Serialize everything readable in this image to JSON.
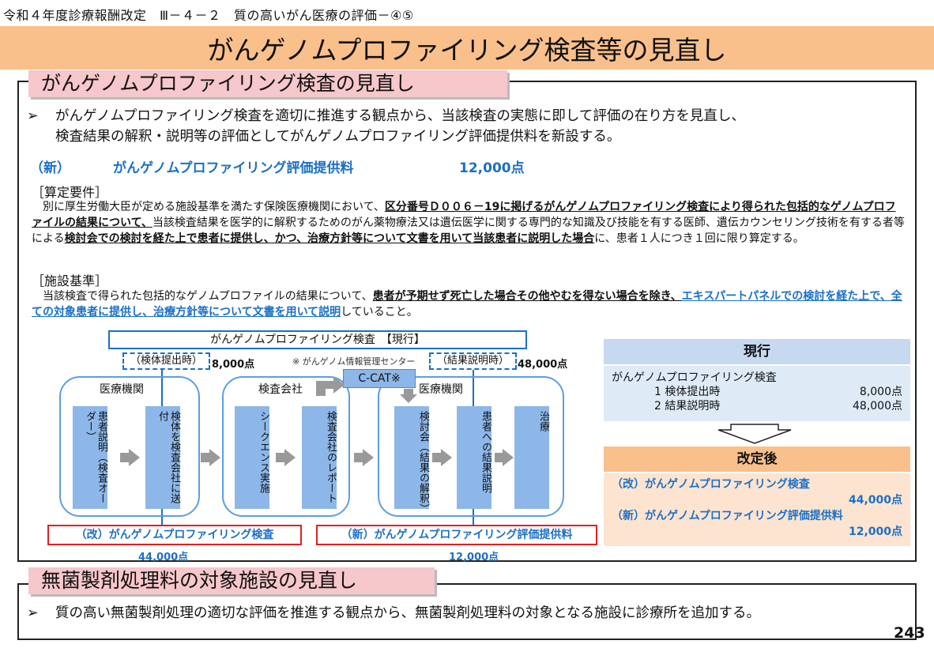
{
  "header": {
    "breadcrumb": "令和４年度診療報酬改定　Ⅲ－４－２　質の高いがん医療の評価－④⑤",
    "title": "がんゲノムプロファイリング検査等の見直し"
  },
  "section1": {
    "heading": "がんゲノムプロファイリング検査の見直し",
    "bullet_line1": "がんゲノムプロファイリング検査を適切に推進する観点から、当該検査の実態に即して評価の在り方を見直し、",
    "bullet_line2": "検査結果の解釈・説明等の評価としてがんゲノムプロファイリング評価提供料を新設する。",
    "new_tag": "（新）",
    "new_name": "がんゲノムプロファイリング評価提供料",
    "new_points": "12,000点",
    "req_heading": "［算定要件］",
    "req_1": "　別に厚生労働大臣が定める施設基準を満たす保険医療機関において、",
    "req_2": "区分番号Ｄ００６－19に掲げるがんゲノムプロファイリング検査により得られた包括的なゲノムプロファイルの結果について、",
    "req_3": "当該検査結果を医学的に解釈するためのがん薬物療法又は遺伝医学に関する専門的な知識及び技能を有する医師、遺伝カウンセリング技術を有する者等による",
    "req_4": "検討会での検討を経た上で患者に提供し、かつ、治療方針等について文書を用いて当該患者に説明した場合",
    "req_5": "に、患者１人につき１回に限り算定する。",
    "std_heading": "［施設基準］",
    "std_1": "　当該検査で得られた包括的なゲノムプロファイルの結果について、",
    "std_2": "患者が予期せず死亡した場合その他やむを得ない場合を除き、",
    "std_3": "エキスパートパネルでの検討を経た上で、全ての対象患者に提供し、治療方針等について文書を用いて説明",
    "std_4": "していること。"
  },
  "diagram": {
    "title": "がんゲノムプロファイリング検査　【現行】",
    "dash1": "（検体提出時）",
    "pts1": "8,000点",
    "note": "※ がんゲノム情報管理センター",
    "dash2": "（結果説明時）",
    "pts2": "48,000点",
    "ccat": "C-CAT※",
    "org1": "医療機関",
    "org2": "検査会社",
    "org3": "医療機関",
    "step1": "患者説明（検査オーダー）",
    "step2": "検体を検査会社に送付",
    "step3": "シークエンス実施",
    "step4": "検査会社のレポート",
    "step5": "検討会（結果の解釈）",
    "step6": "患者への結果説明",
    "step7": "治療",
    "red1": "（改）がんゲノムプロファイリング検査",
    "red1_pts": "44,000点",
    "red2": "（新）がんゲノムプロファイリング評価提供料",
    "red2_pts": "12,000点"
  },
  "panel": {
    "current_head": "現行",
    "current_title": "がんゲノムプロファイリング検査",
    "cur_item1": "1 検体提出時",
    "cur_pts1": "8,000点",
    "cur_item2": "2 結果説明時",
    "cur_pts2": "48,000点",
    "after_head": "改定後",
    "aft_item1": "（改）がんゲノムプロファイリング検査",
    "aft_pts1": "44,000点",
    "aft_item2": "（新）がんゲノムプロファイリング評価提供料",
    "aft_pts2": "12,000点"
  },
  "section2": {
    "heading": "無菌製剤処理料の対象施設の見直し",
    "bullet": "質の高い無菌製剤処理の適切な評価を推進する観点から、無菌製剤処理料の対象となる施設に診療所を追加する。"
  },
  "footer": {
    "page_number": "243"
  },
  "colors": {
    "title_bg": "#f9c08c",
    "heading_bg": "#f6c7cb",
    "accent_blue": "#1b6fc7",
    "pillar": "#8db7e8"
  }
}
